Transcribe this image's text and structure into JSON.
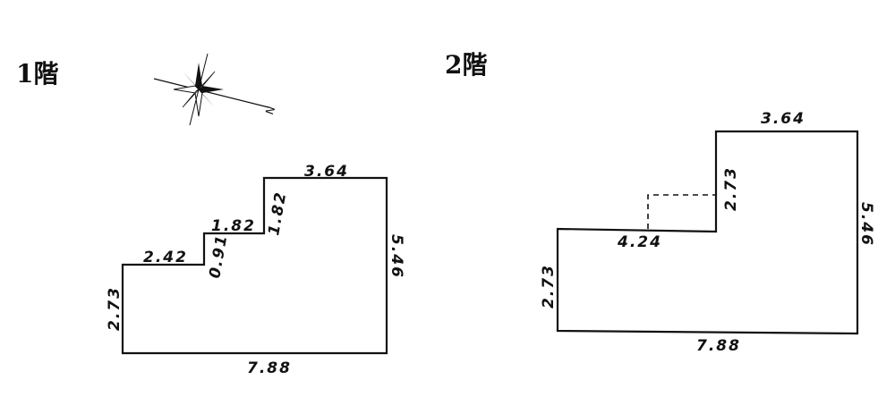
{
  "floor1": {
    "label": "1階",
    "dimensions": {
      "left": "2.73",
      "step1_top": "2.42",
      "step1_rise": "0.91",
      "step2_top": "1.82",
      "step2_rise": "1.82",
      "top": "3.64",
      "right": "5.46",
      "bottom": "7.88"
    }
  },
  "floor2": {
    "label": "2階",
    "dimensions": {
      "left": "2.73",
      "lower_top": "4.24",
      "rise": "2.73",
      "top": "3.64",
      "right": "5.46",
      "bottom": "7.88"
    }
  },
  "compass": {
    "icon": "compass-rose-icon",
    "north_label": "N"
  }
}
